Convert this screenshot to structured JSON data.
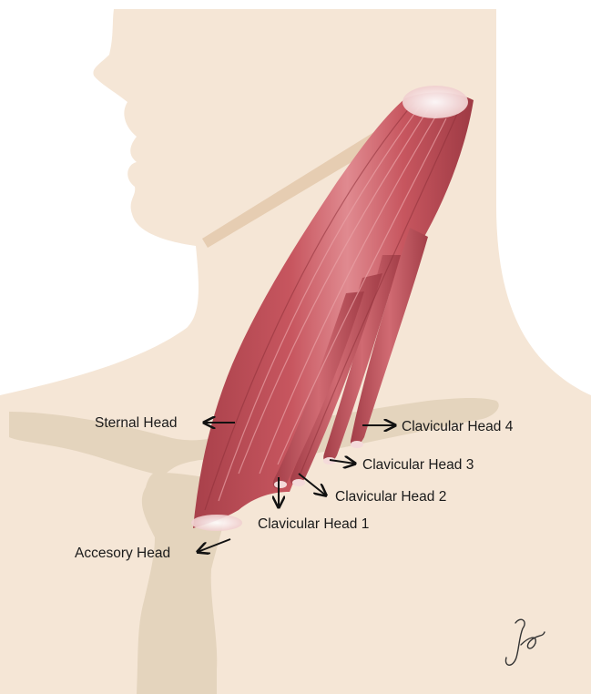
{
  "labels": {
    "sternal_head": "Sternal Head",
    "clavicular_head_4": "Clavicular Head 4",
    "clavicular_head_3": "Clavicular Head 3",
    "clavicular_head_2": "Clavicular Head 2",
    "clavicular_head_1": "Clavicular Head 1",
    "accessory_head": "Accesory Head"
  },
  "signature": "Je",
  "colors": {
    "skin": "#F5E6D6",
    "bone": "#E4D4BD",
    "jaw_line": "#E0C8AE",
    "muscle": "#C7565F",
    "muscle_dark": "#A8404A",
    "muscle_light": "#E08A90",
    "tendon": "#F4DADA",
    "arrow": "#111111"
  }
}
